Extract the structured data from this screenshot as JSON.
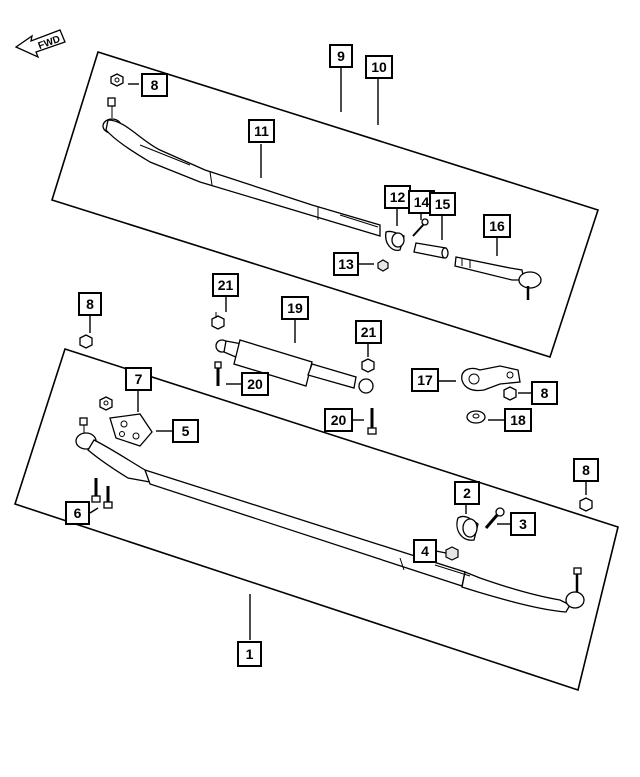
{
  "orientation": {
    "arrow_label": "FWD"
  },
  "callouts": [
    {
      "id": "c8a",
      "label": "8"
    },
    {
      "id": "c9",
      "label": "9"
    },
    {
      "id": "c10",
      "label": "10"
    },
    {
      "id": "c11",
      "label": "11"
    },
    {
      "id": "c12",
      "label": "12"
    },
    {
      "id": "c14",
      "label": "14"
    },
    {
      "id": "c15",
      "label": "15"
    },
    {
      "id": "c16",
      "label": "16"
    },
    {
      "id": "c13",
      "label": "13"
    },
    {
      "id": "c21a",
      "label": "21"
    },
    {
      "id": "c19",
      "label": "19"
    },
    {
      "id": "c8b",
      "label": "8"
    },
    {
      "id": "c21b",
      "label": "21"
    },
    {
      "id": "c7",
      "label": "7"
    },
    {
      "id": "c20a",
      "label": "20"
    },
    {
      "id": "c17",
      "label": "17"
    },
    {
      "id": "c8c",
      "label": "8"
    },
    {
      "id": "c5",
      "label": "5"
    },
    {
      "id": "c20b",
      "label": "20"
    },
    {
      "id": "c18",
      "label": "18"
    },
    {
      "id": "c8d",
      "label": "8"
    },
    {
      "id": "c2",
      "label": "2"
    },
    {
      "id": "c6",
      "label": "6"
    },
    {
      "id": "c3",
      "label": "3"
    },
    {
      "id": "c4",
      "label": "4"
    },
    {
      "id": "c1",
      "label": "1"
    }
  ]
}
